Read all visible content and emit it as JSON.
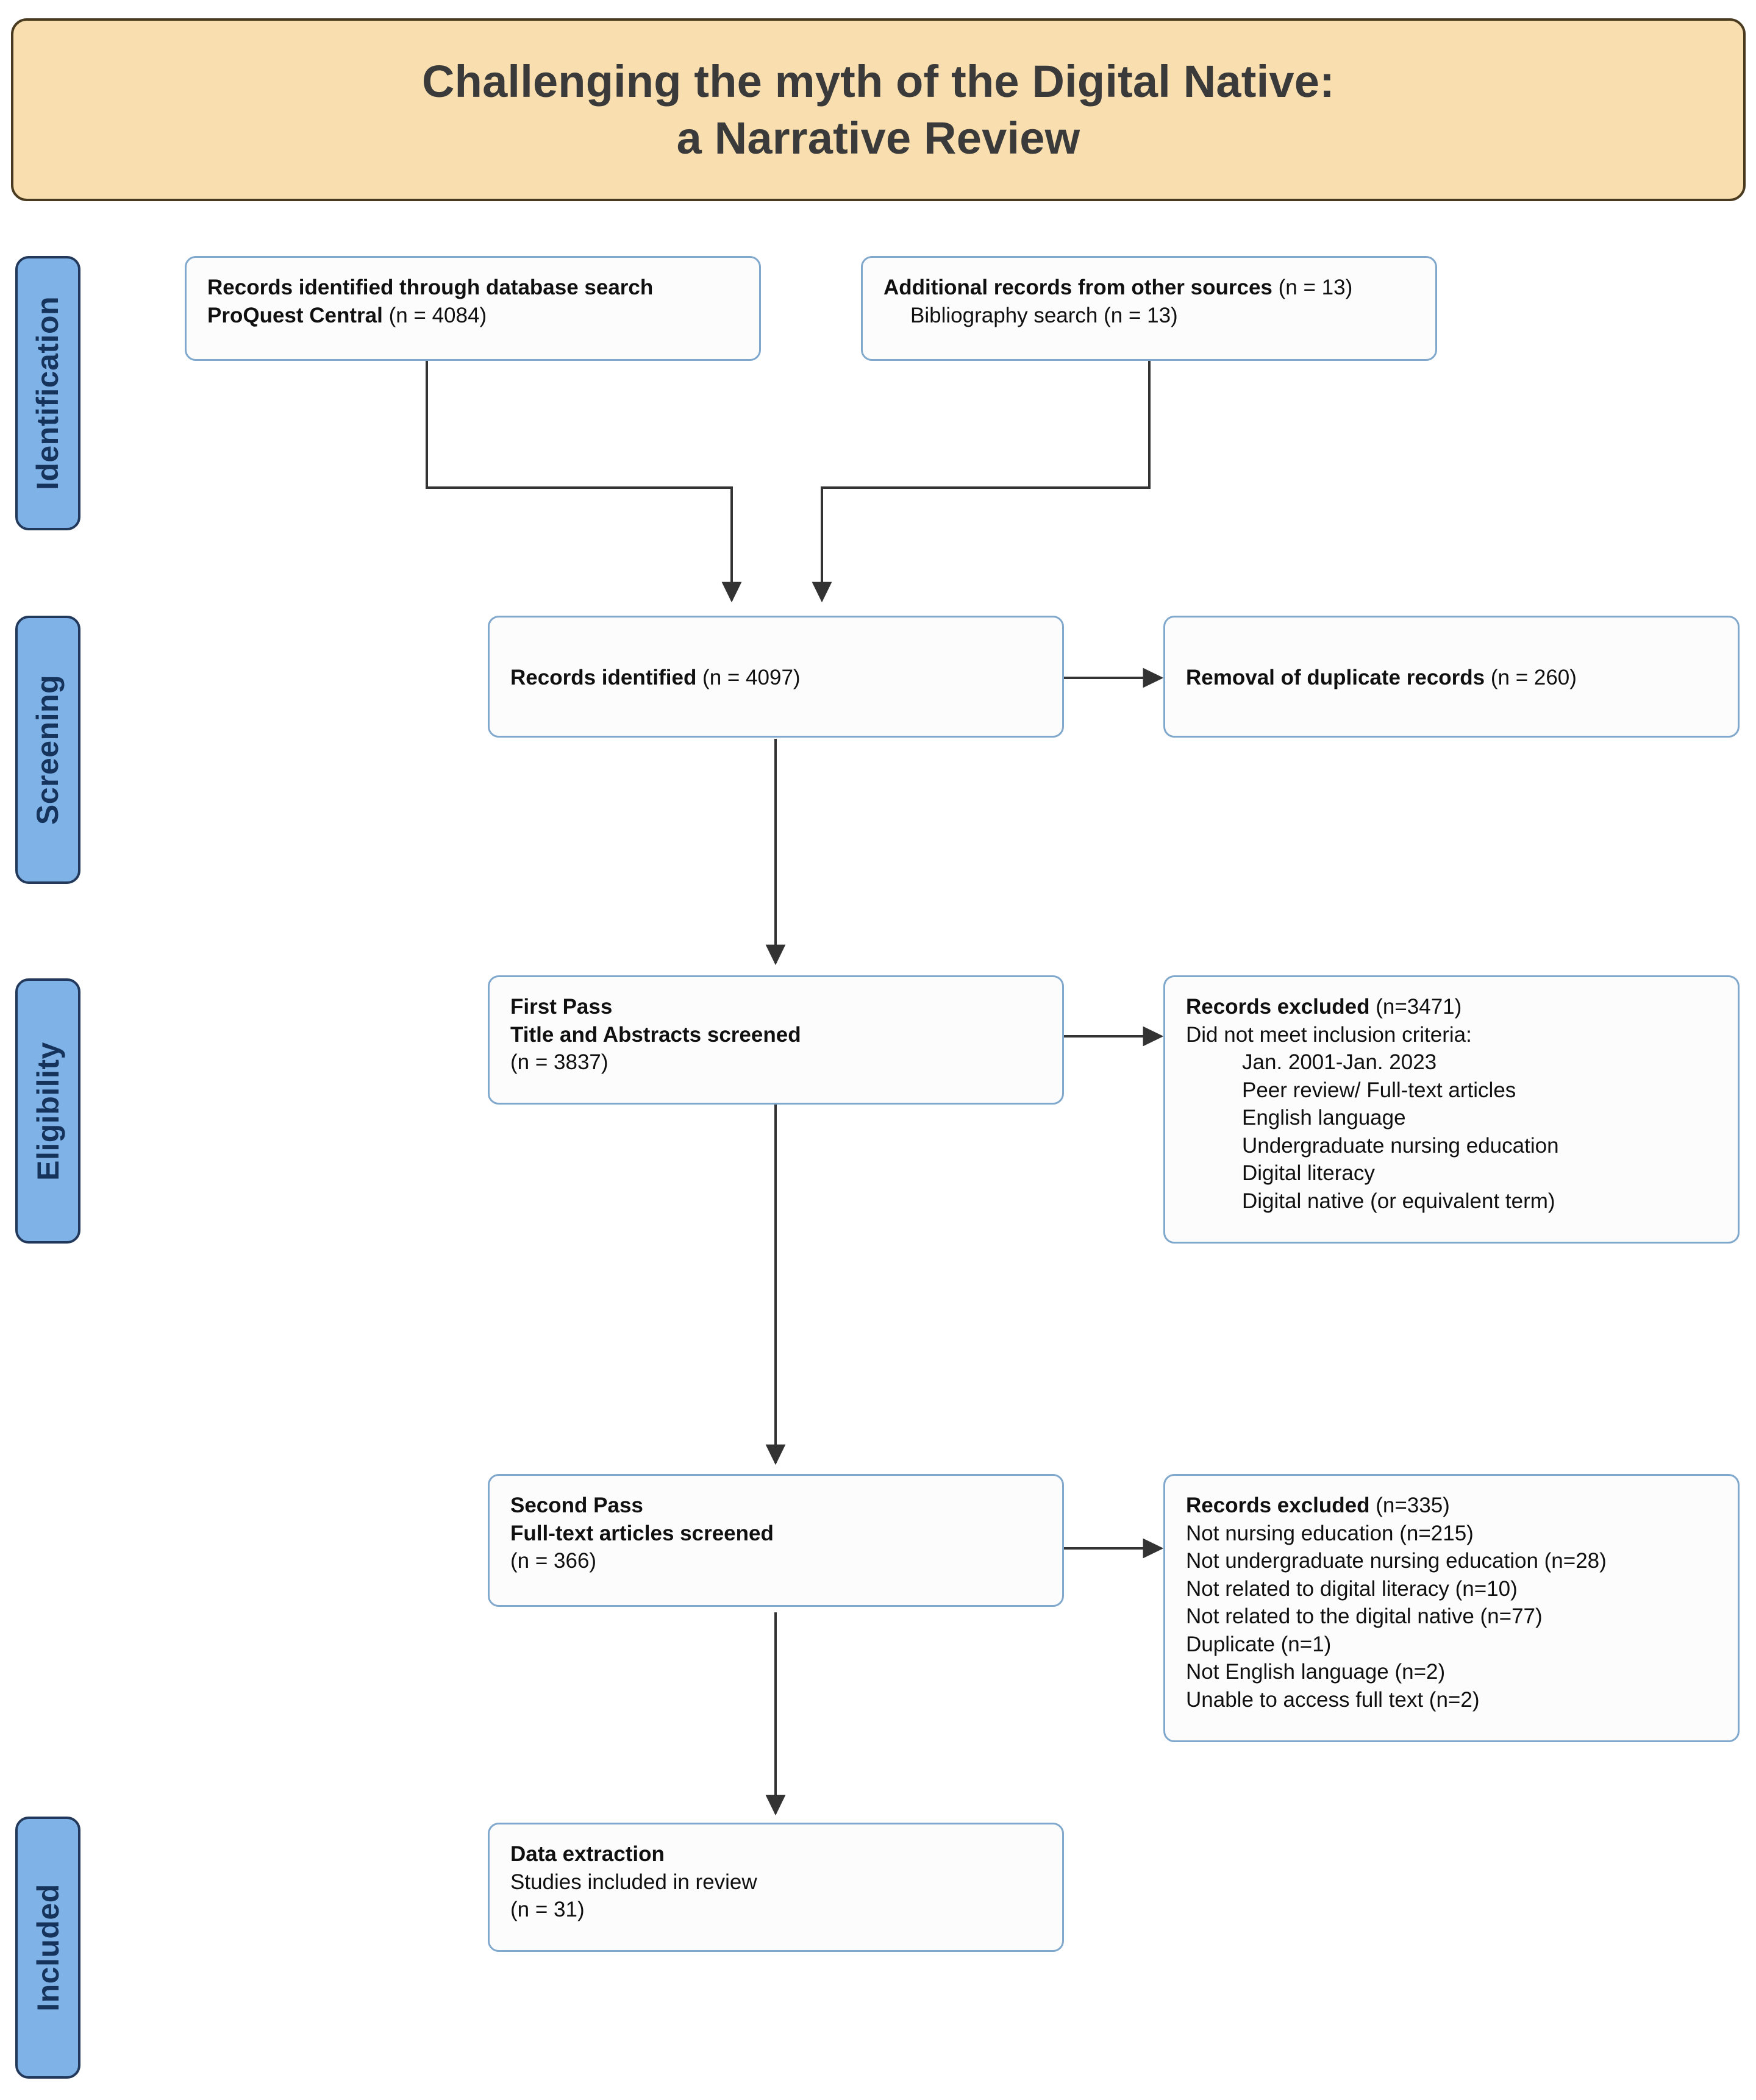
{
  "title": {
    "line1": "Challenging the myth of the Digital Native:",
    "line2": "a Narrative Review",
    "bg_color": "#F9DFAF",
    "border_color": "#4A3A20"
  },
  "palette": {
    "stage_fill": "#7FB3E8",
    "stage_border": "#23395B",
    "stage_text": "#16335C",
    "node_fill": "#FCFCFD",
    "node_border": "#7FA8CC",
    "connector": "#333333"
  },
  "stages": [
    {
      "id": "identification",
      "label": "Identification"
    },
    {
      "id": "screening",
      "label": "Screening"
    },
    {
      "id": "eligibility",
      "label": "Eligibility"
    },
    {
      "id": "included",
      "label": "Included"
    }
  ],
  "nodes": {
    "database_search": {
      "l1_bold": "Records identified through database search",
      "l2_bold": "ProQuest Central",
      "l2_rest": " (n = 4084)"
    },
    "other_sources": {
      "l1_bold": "Additional records from other sources",
      "l1_rest": " (n = 13)",
      "l2": "Bibliography search (n = 13)"
    },
    "records_identified": {
      "l1_bold": "Records identified",
      "l1_rest": "  (n = 4097)"
    },
    "duplicates_removed": {
      "l1_bold": "Removal of duplicate records",
      "l1_rest": " (n = 260)"
    },
    "first_pass": {
      "l1_bold": "First Pass",
      "l2_bold": "Title and Abstracts screened",
      "l3": "(n = 3837)"
    },
    "excluded_first": {
      "l1_bold": "Records excluded",
      "l1_rest": " (n=3471)",
      "l2": "Did not meet inclusion criteria:",
      "criteria": [
        "Jan. 2001-Jan. 2023",
        "Peer review/ Full-text articles",
        "English language",
        "Undergraduate nursing education",
        "Digital literacy",
        "Digital native (or equivalent term)"
      ]
    },
    "second_pass": {
      "l1_bold": "Second Pass",
      "l2_bold": "Full-text articles screened",
      "l3": "(n = 366)"
    },
    "excluded_second": {
      "l1_bold": "Records excluded",
      "l1_rest": " (n=335)",
      "reasons": [
        "Not nursing education (n=215)",
        "Not undergraduate nursing education (n=28)",
        "Not related to digital literacy (n=10)",
        "Not related to the digital native (n=77)",
        "Duplicate (n=1)",
        "Not English language (n=2)",
        "Unable to access full text (n=2)"
      ]
    },
    "data_extraction": {
      "l1_bold": "Data extraction",
      "l2": "Studies included in review",
      "l3": "(n = 31)"
    }
  },
  "chart_data": {
    "type": "diagram",
    "diagram_kind": "PRISMA flow diagram",
    "title": "Challenging the myth of the Digital Native: a Narrative Review",
    "stages": [
      "Identification",
      "Screening",
      "Eligibility",
      "Included"
    ],
    "counts": {
      "database_search_ProQuest_Central": 4084,
      "other_sources_bibliography_search": 13,
      "records_identified_total": 4097,
      "duplicates_removed": 260,
      "first_pass_title_abstract_screened": 3837,
      "first_pass_excluded": 3471,
      "second_pass_fulltext_screened": 366,
      "second_pass_excluded": 335,
      "studies_included": 31
    },
    "second_pass_exclusion_breakdown": {
      "Not nursing education": 215,
      "Not undergraduate nursing education": 28,
      "Not related to digital literacy": 10,
      "Not related to the digital native": 77,
      "Duplicate": 1,
      "Not English language": 2,
      "Unable to access full text": 2
    },
    "first_pass_exclusion_criteria": [
      "Jan. 2001-Jan. 2023",
      "Peer review/ Full-text articles",
      "English language",
      "Undergraduate nursing education",
      "Digital literacy",
      "Digital native (or equivalent term)"
    ]
  }
}
